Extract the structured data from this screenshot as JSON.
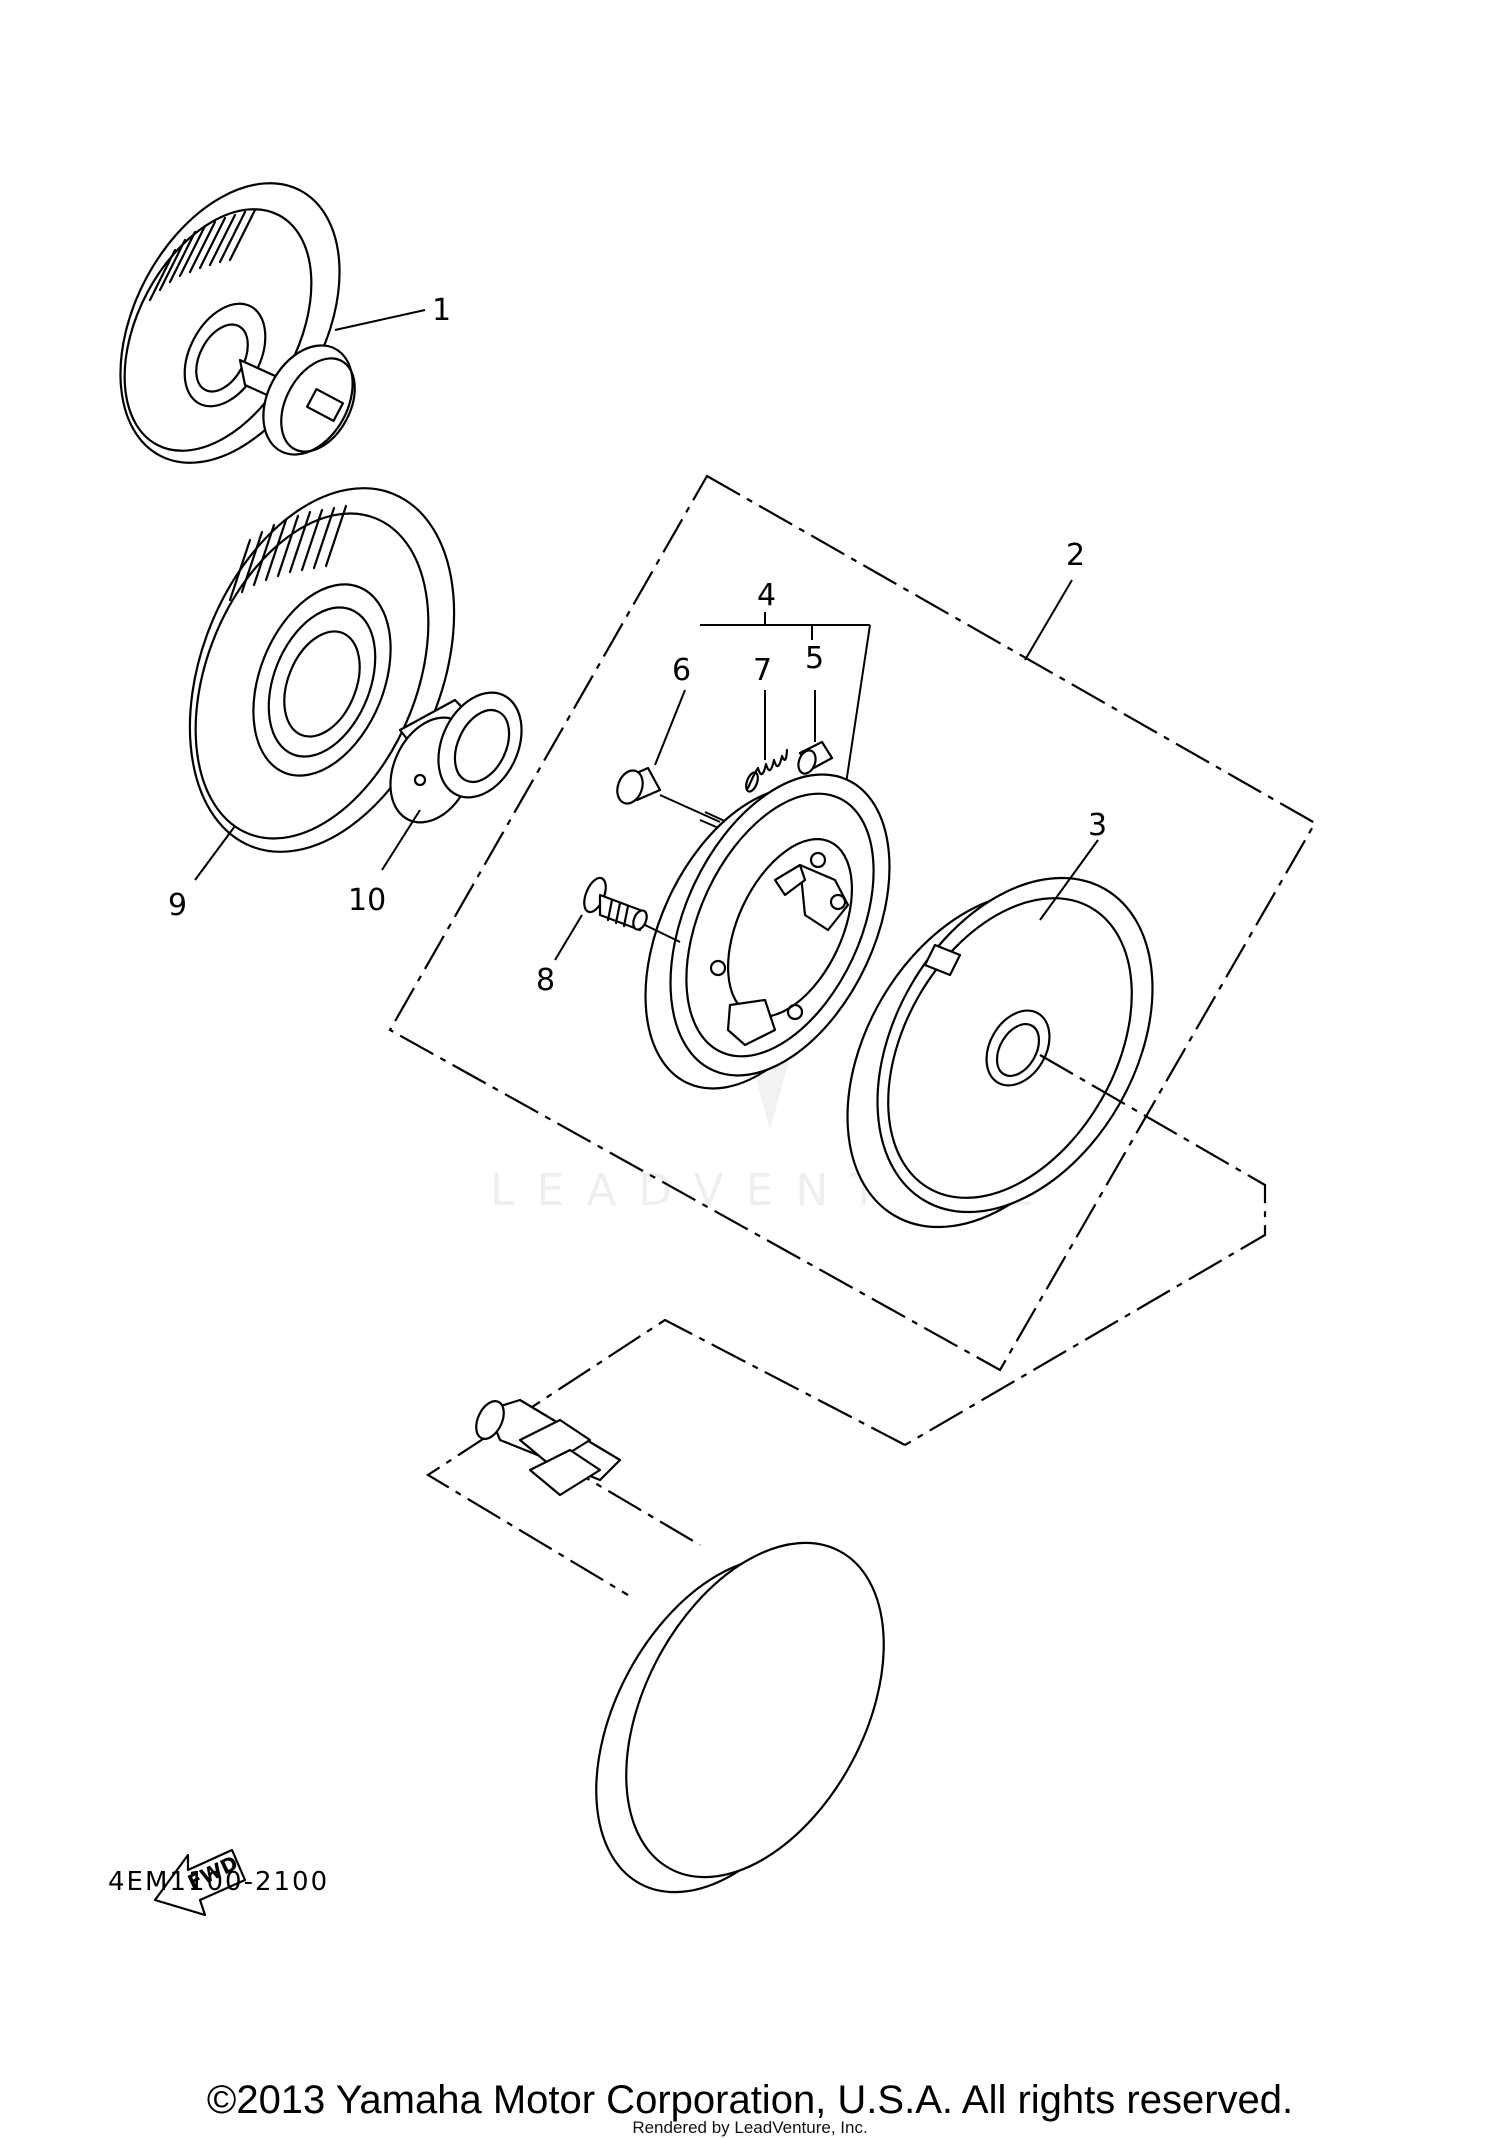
{
  "callouts": {
    "c1": "1",
    "c2": "2",
    "c3": "3",
    "c4": "4",
    "c5": "5",
    "c6": "6",
    "c7": "7",
    "c8": "8",
    "c9": "9",
    "c10": "10"
  },
  "fwd_label": "FWD",
  "diagram_code": "4EM1100-2100",
  "watermark": "LEADVENTURE",
  "footer": {
    "copyright": "©2013 Yamaha Motor Corporation, U.S.A. All rights reserved.",
    "rendered_by": "Rendered by LeadVenture, Inc."
  }
}
